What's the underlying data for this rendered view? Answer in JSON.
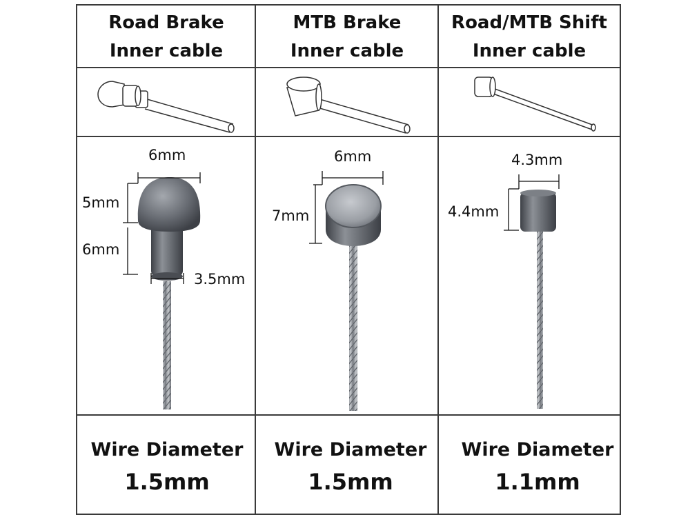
{
  "columns": [
    {
      "title_line1": "Road Brake",
      "title_line2": "Inner cable",
      "dimensions": {
        "head_width": "6mm",
        "head_height": "5mm",
        "neck_height": "6mm",
        "neck_width": "3.5mm"
      },
      "footer_label": "Wire Diameter",
      "footer_value": "1.5mm"
    },
    {
      "title_line1": "MTB Brake",
      "title_line2": "Inner cable",
      "dimensions": {
        "head_width": "6mm",
        "head_height": "7mm"
      },
      "footer_label": "Wire Diameter",
      "footer_value": "1.5mm"
    },
    {
      "title_line1": "Road/MTB Shift",
      "title_line2": "Inner cable",
      "dimensions": {
        "head_width": "4.3mm",
        "head_height": "4.4mm"
      },
      "footer_label": "Wire Diameter",
      "footer_value": "1.1mm"
    }
  ],
  "colors": {
    "grid_line": "#3a3a3a",
    "metal_dark": "#4f5258",
    "metal_light": "#b9bcc1",
    "background": "#ffffff"
  }
}
